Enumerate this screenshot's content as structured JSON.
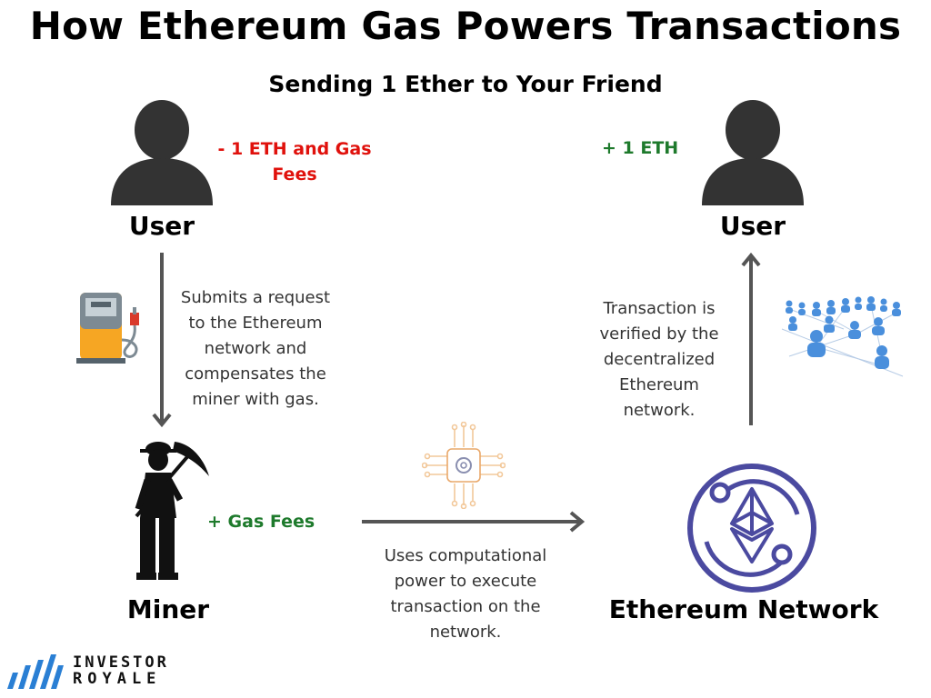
{
  "title": "How Ethereum Gas Powers Transactions",
  "subtitle": "Sending 1 Ether to Your Friend",
  "sender": {
    "label": "User",
    "balance_change": "- 1 ETH and Gas Fees",
    "icon": "user-silhouette-icon"
  },
  "recipient": {
    "label": "User",
    "balance_change": "+ 1 ETH",
    "icon": "user-silhouette-icon"
  },
  "miner": {
    "label": "Miner",
    "reward": "+ Gas Fees",
    "icon": "miner-with-pickaxe-icon"
  },
  "network": {
    "label": "Ethereum Network",
    "icon": "ethereum-logo-icon"
  },
  "steps": {
    "submit": "Submits a request to the Ethereum network and compensates the miner with gas.",
    "execute": "Uses computational power to execute transaction on the network.",
    "verify": "Transaction is verified by the decentralized Ethereum network."
  },
  "icons": {
    "gas_pump": "gas-pump-icon",
    "processor": "processor-chip-icon",
    "peer_network": "peer-network-icon"
  },
  "logo": {
    "line1": "INVESTOR",
    "line2": "ROYALE"
  },
  "colors": {
    "loss": "#e0110c",
    "gain": "#1e7a2c",
    "arrow": "#555555",
    "network_purple": "#4b4aa0",
    "peer_blue": "#4a8fdc"
  }
}
